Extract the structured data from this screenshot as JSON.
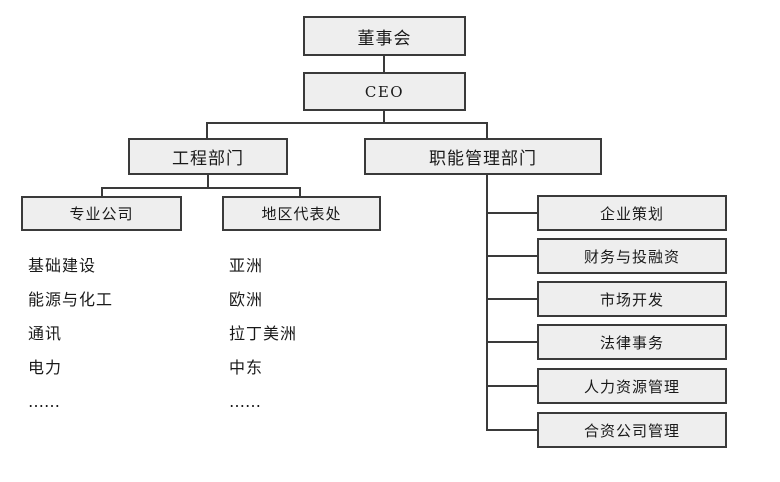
{
  "diagram": {
    "title_board": "董事会",
    "ceo": "CEO",
    "level2": {
      "engineering": "工程部门",
      "functional": "职能管理部门"
    },
    "level3": {
      "professional": "专业公司",
      "regional": "地区代表处"
    },
    "professional_list": [
      "基础建设",
      "能源与化工",
      "通讯",
      "电力",
      "……"
    ],
    "regional_list": [
      "亚洲",
      "欧洲",
      "拉丁美洲",
      "中东",
      "……"
    ],
    "functional_units": [
      "企业策划",
      "财务与投融资",
      "市场开发",
      "法律事务",
      "人力资源管理",
      "合资公司管理"
    ],
    "colors": {
      "box_fill": "#eeeeee",
      "box_border": "#3a3a3a",
      "text": "#1a1a1a",
      "background": "#ffffff"
    }
  }
}
